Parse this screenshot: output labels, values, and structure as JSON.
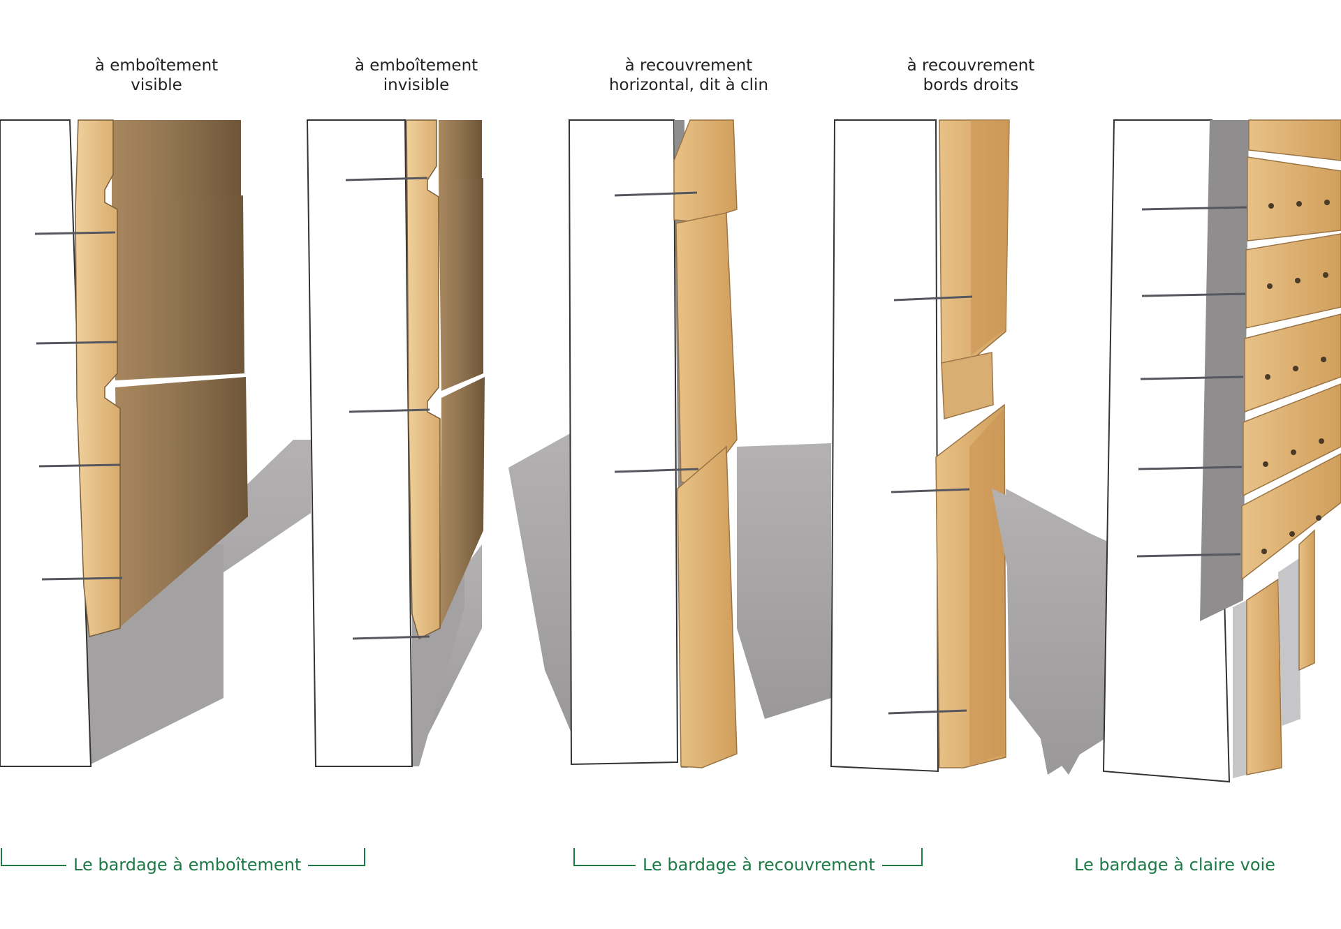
{
  "titles": [
    {
      "line1": "à emboîtement",
      "line2": "visible"
    },
    {
      "line1": "à emboîtement",
      "line2": "invisible"
    },
    {
      "line1": "à recouvrement",
      "line2": "horizontal, dit à clin"
    },
    {
      "line1": "à recouvrement",
      "line2": "bords droits"
    }
  ],
  "groups": {
    "emboitement": "Le bardage à emboîtement",
    "recouvrement": "Le bardage à recouvrement",
    "claire_voie": "Le bardage à claire voie"
  },
  "colors": {
    "wood_light": "#e9c48c",
    "wood_mid": "#d4a463",
    "wood_dark": "#8f7350",
    "wall": "#ffffff",
    "shadow": "#a9a7a8",
    "nail": "#55575e",
    "label_green": "#1d7a45"
  }
}
